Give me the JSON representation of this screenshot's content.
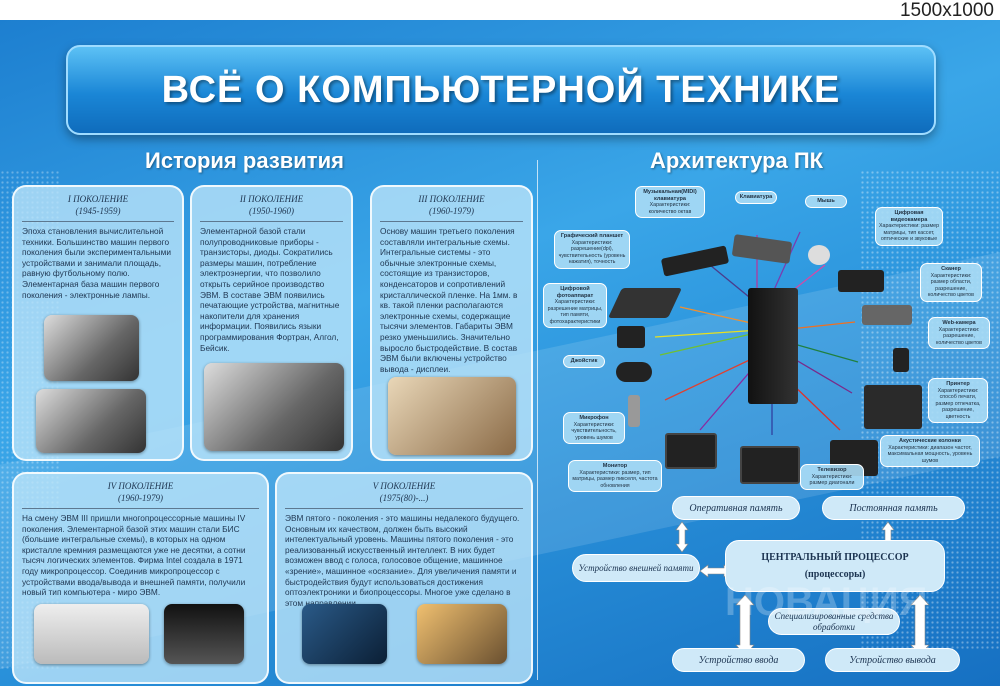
{
  "size_label": "1500x1000",
  "title": "ВСЁ О КОМПЬЮТЕРНОЙ ТЕХНИКЕ",
  "history": {
    "title": "История развития",
    "generations": [
      {
        "name": "I ПОКОЛЕНИЕ",
        "years": "(1945-1959)",
        "text": "Эпоха становления вычислительной техники. Большинство машин первого поколения были экспериментальными устройствами и занимали площадь, равную футбольному полю. Элементарная база машин первого поколения - электронные лампы."
      },
      {
        "name": "II ПОКОЛЕНИЕ",
        "years": "(1950-1960)",
        "text": "Элементарной базой стали полупроводниковые приборы - транзисторы, диоды. Сократились размеры машин, потребление электроэнергии, что позволило открыть серийное производство ЭВМ. В составе ЭВМ появились печатающие устройства, магнитные накопители для хранения информации. Появились языки программирования Фортран, Алгол, Бейсик."
      },
      {
        "name": "III ПОКОЛЕНИЕ",
        "years": "(1960-1979)",
        "text": "Основу машин третьего поколения составляли интегральные схемы. Интегральные системы - это обычные электронные схемы, состоящие из транзисторов, конденсаторов и сопротивлений кристаллической пленке. На 1мм. в кв. такой пленки располагаются электронные схемы, содержащие тысячи элементов. Габариты ЭВМ резко уменьшились. Значительно выросло быстродействие. В состав ЭВМ были включены устройство вывода - дисплеи."
      },
      {
        "name": "IV ПОКОЛЕНИЕ",
        "years": "(1960-1979)",
        "text": "На смену ЭВМ III пришли многопроцессорные машины IV поколения. Элементарной базой этих машин стали БИС (большие интегральные схемы), в которых на одном кристалле кремния размещаются уже не десятки, а сотни тысяч логических элементов. Фирма Intel создала в 1971 году микропроцессор. Соединив микропроцессор с устройствами ввода/вывода и внешней памяти, получили новый тип компьютера - миро ЭВМ."
      },
      {
        "name": "V ПОКОЛЕНИЕ",
        "years": "(1975(80)-...)",
        "text": "ЭВМ пятого - поколения - это машины недалекого будущего. Основным их качеством, должен быть высокий интелектуальный уровень. Машины пятого поколения - это реализованный искусственный интеллект. В них будет возможен ввод с голоса, голосовое общение, машинное «зрение», машинное «осязание». Для увеличения памяти и быстродействия будут использоваться достижения оптоэлектроники и биопроцессоры. Многое уже сделано в этом направлении."
      }
    ]
  },
  "arch": {
    "title": "Архитектура ПК",
    "devices": [
      {
        "name": "Музыкальная(MIDI) клавиатура",
        "desc": "Характеристики: количество октав"
      },
      {
        "name": "Клавиатура",
        "desc": ""
      },
      {
        "name": "Мышь",
        "desc": ""
      },
      {
        "name": "Цифровая видеокамера",
        "desc": "Характеристики: размер матрицы, тип кассет, оптические и звуковые"
      },
      {
        "name": "Графический планшет",
        "desc": "Характеристики: разрешение(dpi), чувствительность (уровень нажатия), точность"
      },
      {
        "name": "Сканер",
        "desc": "Характеристики: размер области, разрешение, количество цветов"
      },
      {
        "name": "Цифровой фотоаппарат",
        "desc": "Характеристики: разрешение матрицы, тип памяти, фотохарактеристики"
      },
      {
        "name": "Web-камера",
        "desc": "Характеристики: разрешение, количество цветов"
      },
      {
        "name": "Джойстик",
        "desc": ""
      },
      {
        "name": "Принтер",
        "desc": "Характеристики: способ печати, размер отпечатка, разрешение, цветность"
      },
      {
        "name": "Микрофон",
        "desc": "Характеристики: чувствительность, уровень шумов"
      },
      {
        "name": "Акустические колонки",
        "desc": "Характеристики: диапазон частот, максимальная мощность, уровень шумов"
      },
      {
        "name": "Монитор",
        "desc": "Характеристики: размер, тип матрицы, размер пикселя, частота обновления"
      },
      {
        "name": "Телевизор",
        "desc": "Характеристики: размер диагонали"
      }
    ],
    "diagram": {
      "ram": "Оперативная память",
      "rom": "Постоянная память",
      "cpu": "ЦЕНТРАЛЬНЫЙ ПРОЦЕССОР",
      "cpu_sub": "(процессоры)",
      "ext": "Устройство внешней памяти",
      "special": "Специализированные средства обработки",
      "input": "Устройство ввода",
      "output": "Устройство вывода"
    }
  },
  "watermark": "НОВАЦИЯ"
}
